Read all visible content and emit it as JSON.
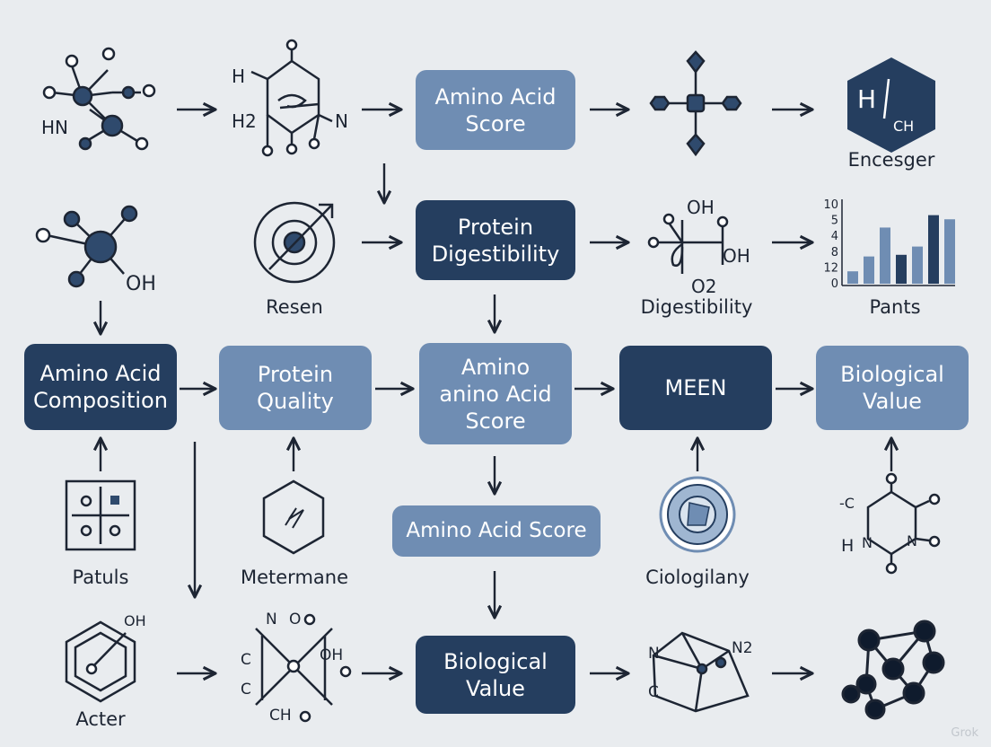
{
  "colors": {
    "background": "#e9ecef",
    "box_light": "#6f8db3",
    "box_dark": "#253e5f",
    "ink": "#1d2533",
    "node_fill": "#2f4a6d"
  },
  "boxes": {
    "amino_acid_score_top": [
      "Amino Acid",
      "Score"
    ],
    "protein_digestibility": [
      "Protein",
      "Digestibility"
    ],
    "amino_acid_composition": [
      "Amino Acid",
      "Composition"
    ],
    "protein_quality": [
      "Protein",
      "Quality"
    ],
    "amino_anino_acid_score": [
      "Amino",
      "anino Acid",
      "Score"
    ],
    "meen": [
      "MEEN"
    ],
    "biological_value_right": [
      "Biological",
      "Value"
    ],
    "amino_acid_score_pill": [
      "Amino Acid Score"
    ],
    "biological_value_bottom": [
      "Biological",
      "Value"
    ]
  },
  "labels": {
    "encesger": "Encesger",
    "resen": "Resen",
    "digestibility": "Digestibility",
    "pants": "Pants",
    "patuls": "Patuls",
    "metermane": "Metermane",
    "ciologilany": "Ciologilany",
    "acter": "Acter"
  },
  "molecule_text": {
    "hn": "HN",
    "h_top": "H",
    "h2": "H2",
    "n_top": "N",
    "oh_mid": "OH",
    "h_slash": "H",
    "ch": "CH",
    "oh_dig_top": "OH",
    "oh_dig_right": "OH",
    "o2": "O2",
    "c_minus": "-C",
    "h_bottom": "H",
    "n1": "N",
    "n2": "N",
    "oh_acter": "OH",
    "n2_label": "N2",
    "c_label": "C",
    "n_label": "N",
    "oh_ring": "OH",
    "c_a": "C",
    "c_b": "C",
    "ch_ring": "CH",
    "n_ring": "N",
    "o_ring": "O"
  },
  "chart_data": {
    "type": "bar",
    "title": "",
    "tick_labels": [
      "10",
      "5",
      "4",
      "8",
      "12",
      "0"
    ],
    "values": [
      1.5,
      3.3,
      6.8,
      3.5,
      4.5,
      8.3,
      7.8
    ],
    "ylim": [
      0,
      10
    ],
    "bar_colors": [
      "#6f8db3",
      "#6f8db3",
      "#6f8db3",
      "#253e5f",
      "#6f8db3",
      "#253e5f",
      "#6f8db3"
    ]
  },
  "watermark": "Grok"
}
